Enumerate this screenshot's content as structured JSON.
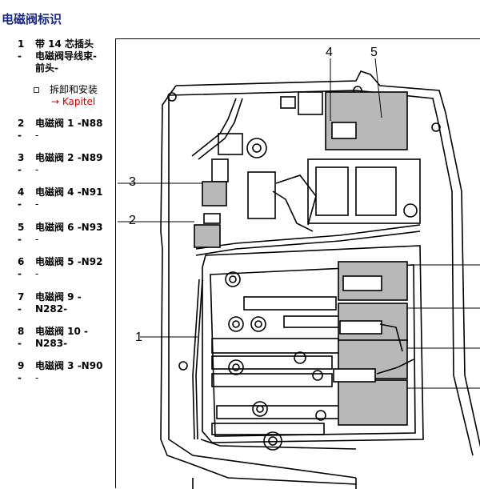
{
  "title": "电磁阀标识",
  "items": [
    {
      "num": "1 -",
      "lines": [
        "带 14 芯插头",
        "电磁阀导线束-",
        "前头-"
      ],
      "sub": {
        "text": "拆卸和安装",
        "link": "→ Kapitel"
      }
    },
    {
      "num": "2 -",
      "lines": [
        "电磁阀 1 -N88",
        "-"
      ]
    },
    {
      "num": "3 -",
      "lines": [
        "电磁阀 2 -N89",
        "-"
      ]
    },
    {
      "num": "4 -",
      "lines": [
        "电磁阀 4 -N91",
        "-"
      ]
    },
    {
      "num": "5 -",
      "lines": [
        "电磁阀 6 -N93",
        "-"
      ]
    },
    {
      "num": "6 -",
      "lines": [
        "电磁阀 5 -N92",
        "-"
      ]
    },
    {
      "num": "7 -",
      "lines": [
        "电磁阀 9 -",
        "N282-"
      ]
    },
    {
      "num": "8 -",
      "lines": [
        "电磁阀 10 -",
        "N283-"
      ]
    },
    {
      "num": "9 -",
      "lines": [
        "电磁阀 3 -N90",
        "-"
      ]
    }
  ],
  "figure_callouts": {
    "c1": "1",
    "c2": "2",
    "c3": "3",
    "c4": "4",
    "c5": "5"
  },
  "colors": {
    "title": "#1a2a8c",
    "link": "#d40000",
    "valve_fill": "#b8b8b8"
  }
}
